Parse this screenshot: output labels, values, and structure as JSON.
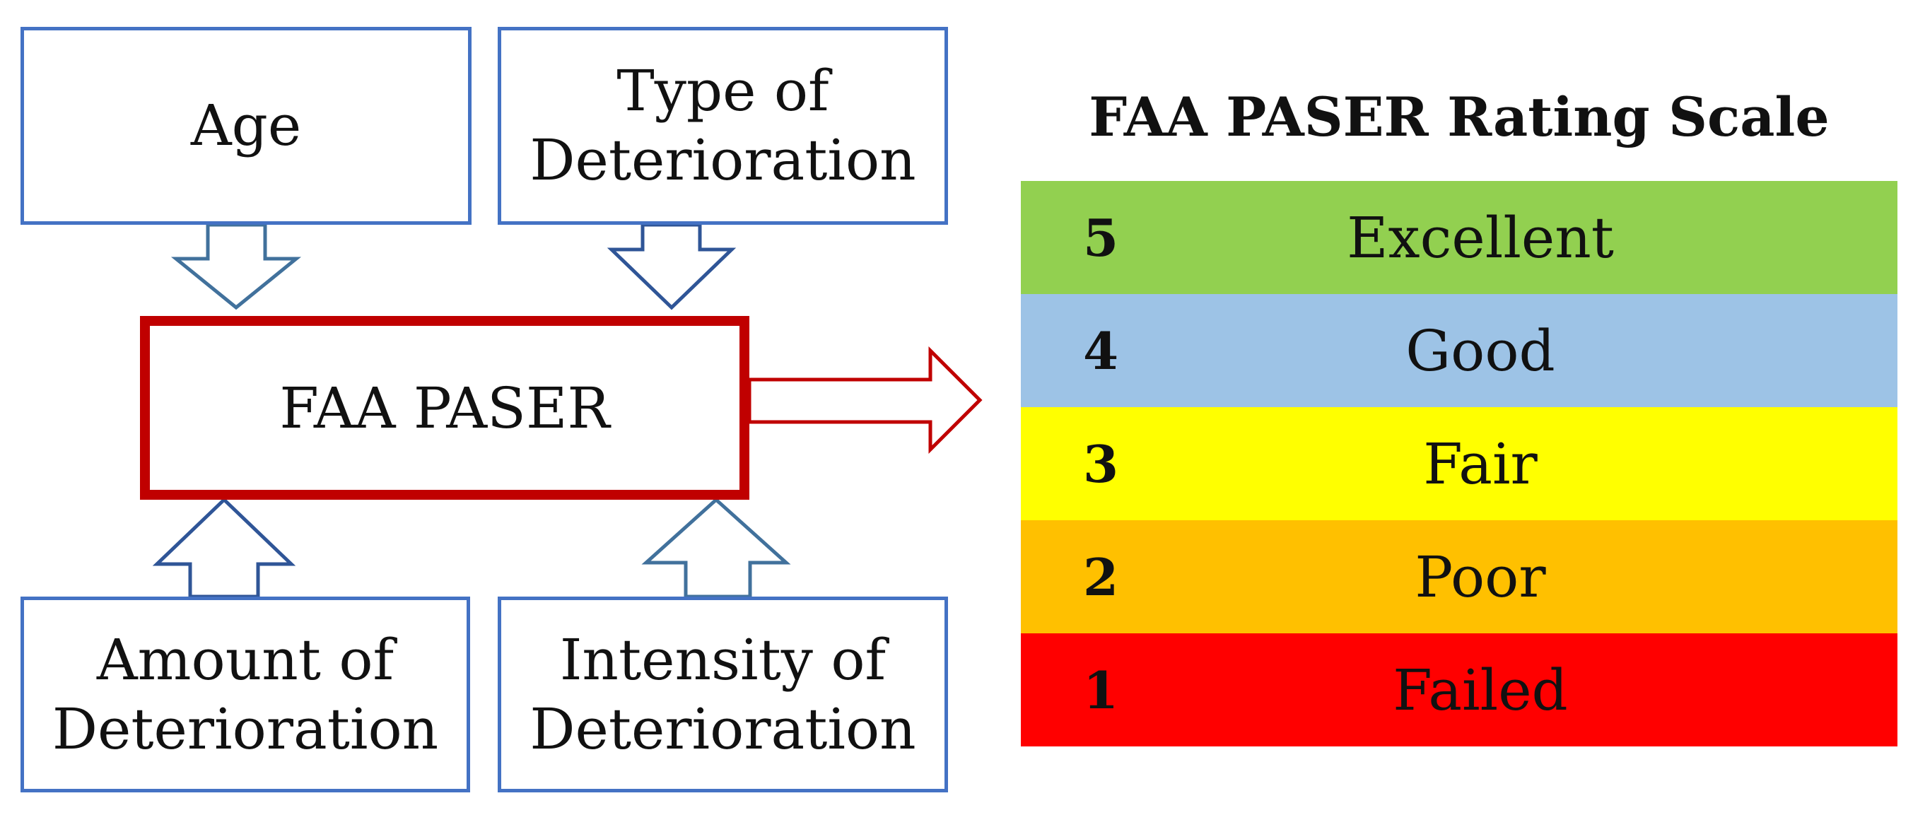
{
  "factors": {
    "age": "Age",
    "type_of_deterioration": [
      "Type of",
      "Deterioration"
    ],
    "amount_of_deterioration": [
      "Amount of",
      "Deterioration"
    ],
    "intensity_of_deterioration": [
      "Intensity of",
      "Deterioration"
    ]
  },
  "center": {
    "label": "FAA PASER"
  },
  "rating_scale": {
    "title": "FAA PASER Rating Scale",
    "rows": [
      {
        "rating": "5",
        "label": "Excellent",
        "color": "#92d050"
      },
      {
        "rating": "4",
        "label": "Good",
        "color": "#9dc3e6"
      },
      {
        "rating": "3",
        "label": "Fair",
        "color": "#ffff00"
      },
      {
        "rating": "2",
        "label": "Poor",
        "color": "#ffc000"
      },
      {
        "rating": "1",
        "label": "Failed",
        "color": "#ff0000"
      }
    ]
  },
  "colors": {
    "box_border": "#4472c4",
    "center_border": "#c00000"
  }
}
